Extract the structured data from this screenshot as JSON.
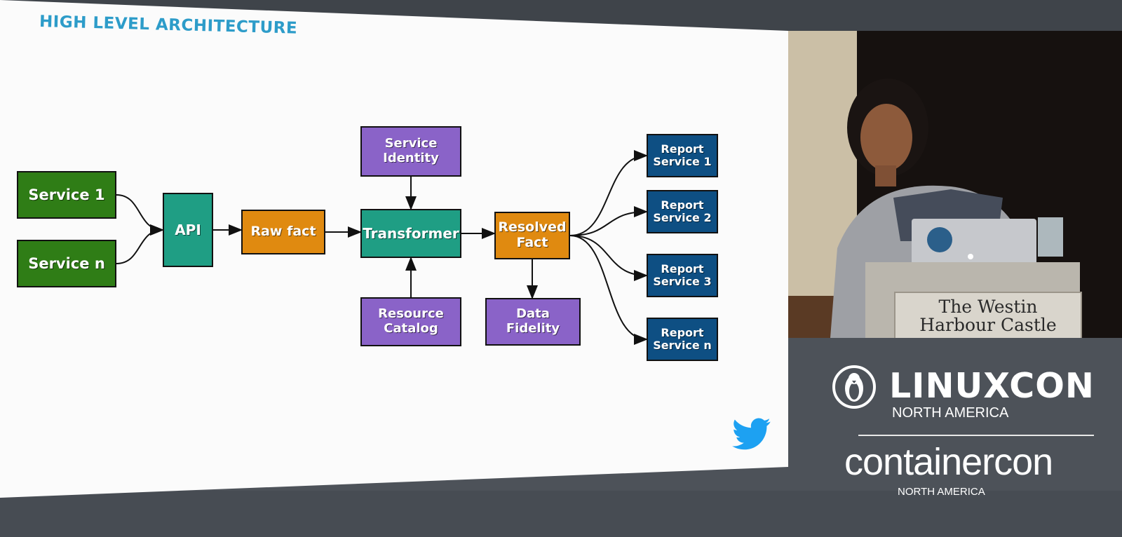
{
  "slide": {
    "title": "HIGH LEVEL ARCHITECTURE",
    "nodes": {
      "service_1": [
        "Service 1"
      ],
      "service_n": [
        "Service n"
      ],
      "api": [
        "API"
      ],
      "raw_fact": [
        "Raw fact"
      ],
      "service_identity": [
        "Service",
        "Identity"
      ],
      "transformer": [
        "Transformer"
      ],
      "resource_catalog": [
        "Resource",
        "Catalog"
      ],
      "resolved_fact": [
        "Resolved",
        "Fact"
      ],
      "data_fidelity": [
        "Data",
        "Fidelity"
      ],
      "report_1": [
        "Report",
        "Service 1"
      ],
      "report_2": [
        "Report",
        "Service 2"
      ],
      "report_3": [
        "Report",
        "Service 3"
      ],
      "report_n": [
        "Report",
        "Service n"
      ]
    },
    "edges": [
      [
        "service_1",
        "api"
      ],
      [
        "service_n",
        "api"
      ],
      [
        "api",
        "raw_fact"
      ],
      [
        "raw_fact",
        "transformer"
      ],
      [
        "service_identity",
        "transformer"
      ],
      [
        "resource_catalog",
        "transformer"
      ],
      [
        "transformer",
        "resolved_fact"
      ],
      [
        "resolved_fact",
        "data_fidelity"
      ],
      [
        "resolved_fact",
        "report_1"
      ],
      [
        "resolved_fact",
        "report_2"
      ],
      [
        "resolved_fact",
        "report_3"
      ],
      [
        "resolved_fact",
        "report_n"
      ]
    ],
    "colors": {
      "title": "#2d9cc9",
      "source": "#2f7d16",
      "process": "#1f9e84",
      "fact": "#e08a10",
      "reference": "#8a63c8",
      "report": "#0e4f83",
      "twitter": "#1da1f2"
    },
    "logo_icon": "twitter-bird-icon"
  },
  "video": {
    "podium_sign": [
      "The Westin",
      "Harbour Castle"
    ]
  },
  "branding": {
    "linuxcon": "LINUXCON",
    "linuxcon_region": "NORTH AMERICA",
    "containercon": "containercon",
    "containercon_region": "NORTH AMERICA",
    "linuxcon_icon": "penguin-icon"
  }
}
